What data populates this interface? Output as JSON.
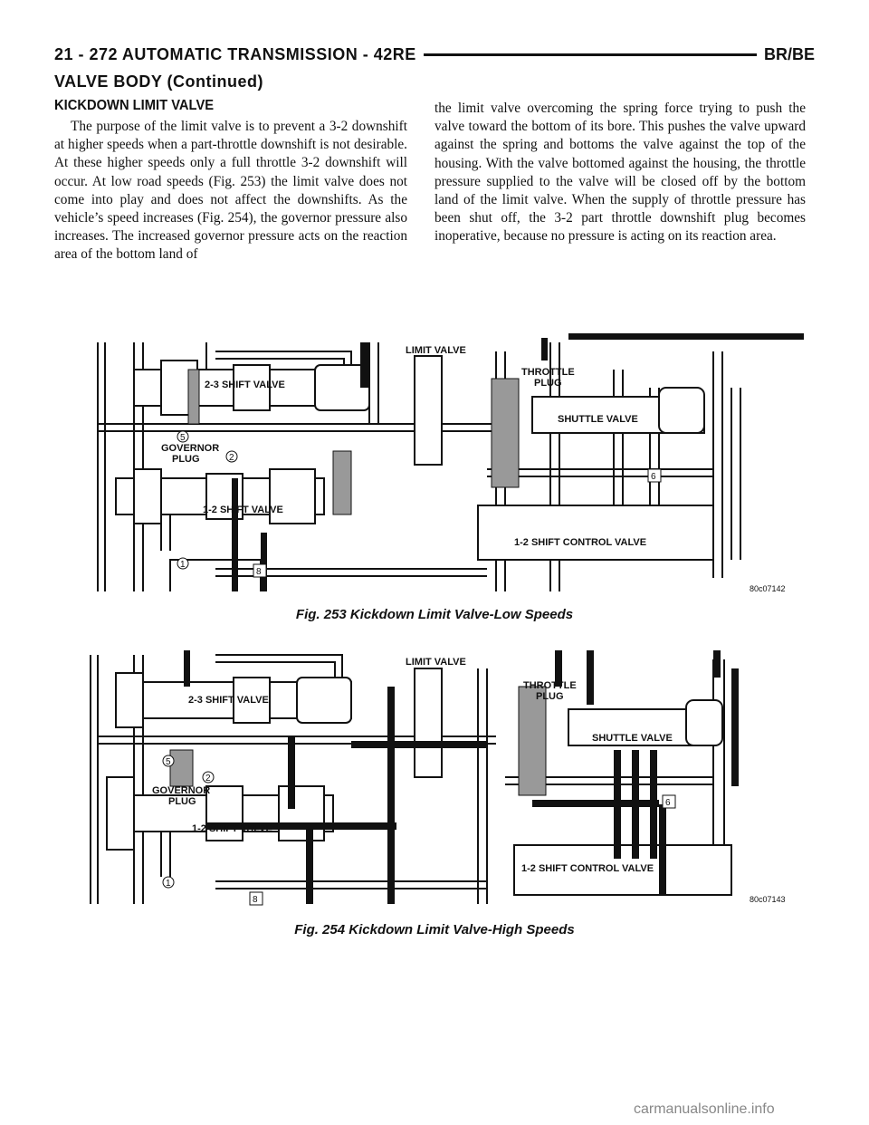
{
  "header": {
    "left": "21 - 272    AUTOMATIC TRANSMISSION - 42RE",
    "right": "BR/BE"
  },
  "continued_title": "VALVE BODY (Continued)",
  "section_title": "KICKDOWN LIMIT VALVE",
  "body_left": "The purpose of the limit valve is to prevent a 3-2 downshift at higher speeds when a part-throttle downshift is not desirable. At these higher speeds only a full throttle 3-2 downshift will occur. At low road speeds (Fig. 253) the limit valve does not come into play and does not affect the downshifts. As the vehicle’s speed increases (Fig. 254), the governor pressure also increases. The increased governor pressure acts on the reaction area of the bottom land of",
  "body_right": "the limit valve overcoming the spring force trying to push the valve toward the bottom of its bore. This pushes the valve upward against the spring and bottoms the valve against the top of the housing. With the valve bottomed against the housing, the throttle pressure supplied to the valve will be closed off by the bottom land of the limit valve. When the supply of throttle pressure has been shut off, the 3-2 part throttle downshift plug becomes inoperative, because no pressure is acting on its reaction area.",
  "figures": [
    {
      "caption": "Fig. 253 Kickdown Limit Valve-Low Speeds",
      "code": "80c07142",
      "labels": {
        "limit_valve": "LIMIT VALVE",
        "throttle": "THROTTLE",
        "plug": "PLUG",
        "shift_23": "2-3 SHIFT VALVE",
        "shuttle": "SHUTTLE VALVE",
        "governor": "GOVERNOR",
        "gov_plug": "PLUG",
        "shift_12": "1-2 SHIFT VALVE",
        "shift_ctrl": "1-2 SHIFT CONTROL VALVE",
        "n1": "1",
        "n2": "2",
        "n5": "5",
        "n6": "6",
        "n8": "8"
      }
    },
    {
      "caption": "Fig. 254 Kickdown Limit Valve-High Speeds",
      "code": "80c07143",
      "labels": {
        "limit_valve": "LIMIT VALVE",
        "throttle": "THROTTLE",
        "plug": "PLUG",
        "shift_23": "2-3 SHIFT VALVE",
        "shuttle": "SHUTTLE VALVE",
        "governor": "GOVERNOR",
        "gov_plug": "PLUG",
        "shift_12": "1-2 SHIFT VALVE",
        "shift_ctrl": "1-2 SHIFT CONTROL VALVE",
        "n1": "1",
        "n2": "2",
        "n5": "5",
        "n6": "6",
        "n8": "8"
      }
    }
  ],
  "watermark": "carmanualsonline.info"
}
